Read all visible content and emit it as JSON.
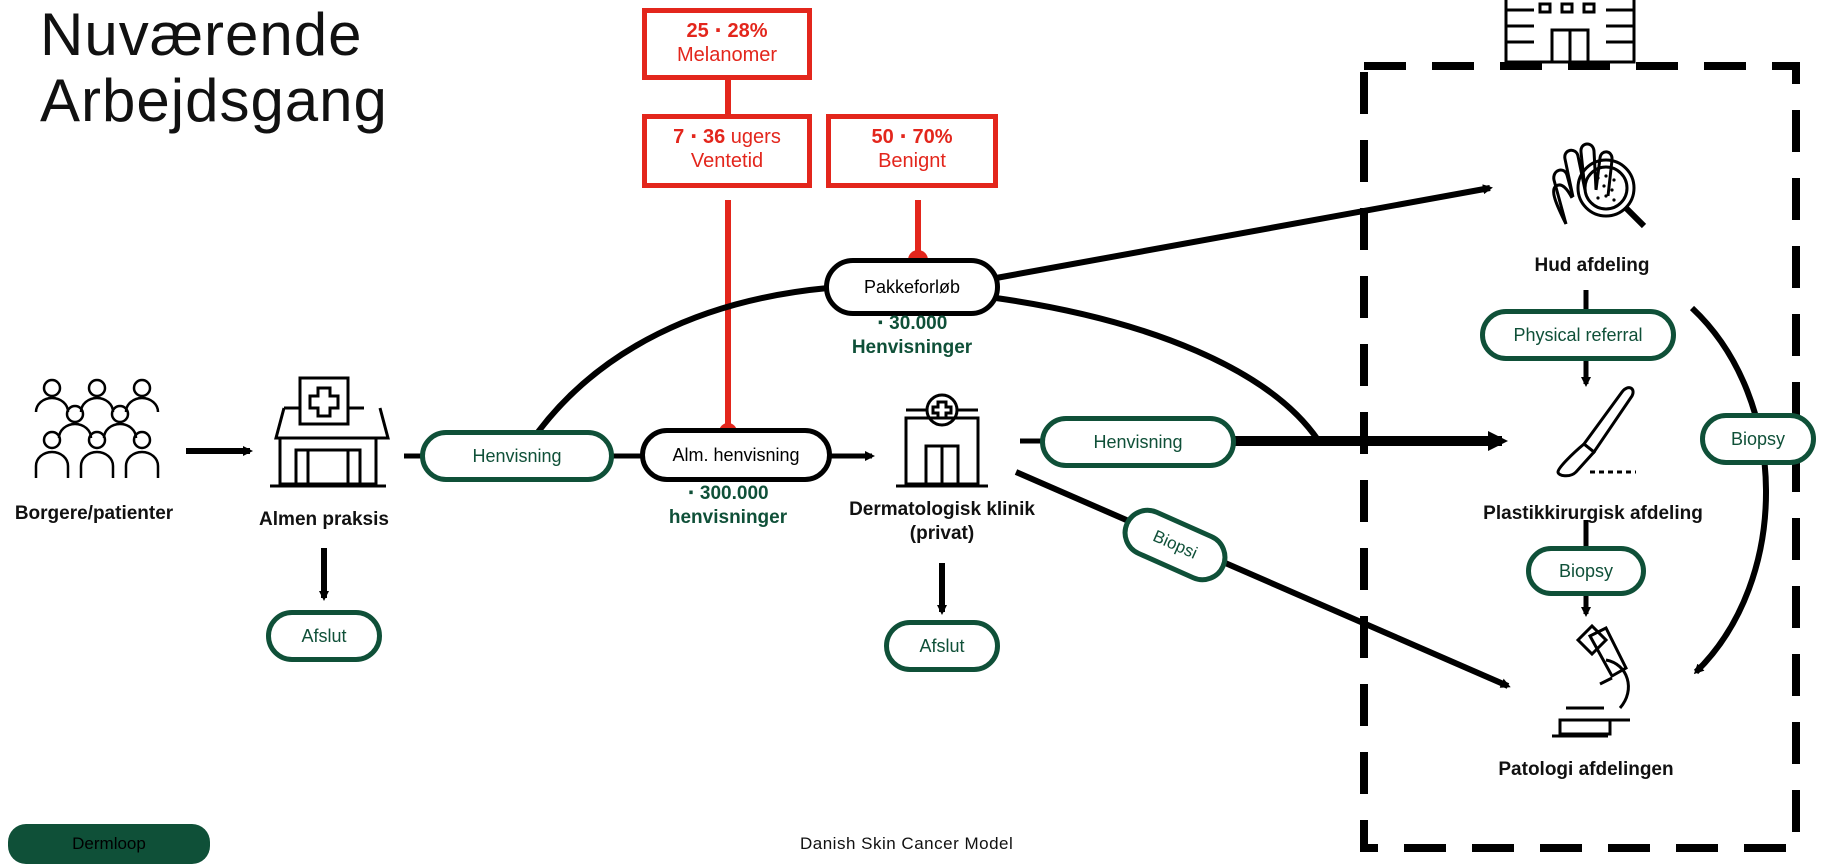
{
  "title": {
    "line1": "Nuværende",
    "line2": "Arbejdsgang"
  },
  "stats": {
    "melanomer": {
      "numbers": "25 ⋅ 28%",
      "label": "Melanomer"
    },
    "ventetid": {
      "numbers": "7 ⋅ 36",
      "unit": " ugers",
      "label": "Ventetid"
    },
    "benignt": {
      "numbers": "50 ⋅ 70%",
      "label": "Benignt"
    }
  },
  "nodes": {
    "patients": "Borgere/patienter",
    "gp": "Almen praksis",
    "derm_clinic_line1": "Dermatologisk klinik",
    "derm_clinic_line2": "(privat)",
    "hud": "Hud afdeling",
    "plastic": "Plastikkirurgisk afdeling",
    "pathology": "Patologi afdelingen"
  },
  "pills": {
    "henvisning_left": "Henvisning",
    "alm_henvisning": "Alm. henvisning",
    "pakkeforlob": "Pakkeforløb",
    "henvisning_right": "Henvisning",
    "biopsi_diag": "Biopsi",
    "physical_referral": "Physical referral",
    "biopsy_mid": "Biopsy",
    "biopsy_right": "Biopsy",
    "afslut_left": "Afslut",
    "afslut_mid": "Afslut"
  },
  "counts": {
    "pakke_num": "⋅ 30.000",
    "pakke_word": "Henvisninger",
    "alm_num": "⋅ 300.000",
    "alm_word": "henvisninger"
  },
  "footer": "Danish Skin Cancer Model",
  "brand": "Dermloop",
  "colors": {
    "red": "#e3261c",
    "green": "#0f5038",
    "black": "#000000"
  }
}
